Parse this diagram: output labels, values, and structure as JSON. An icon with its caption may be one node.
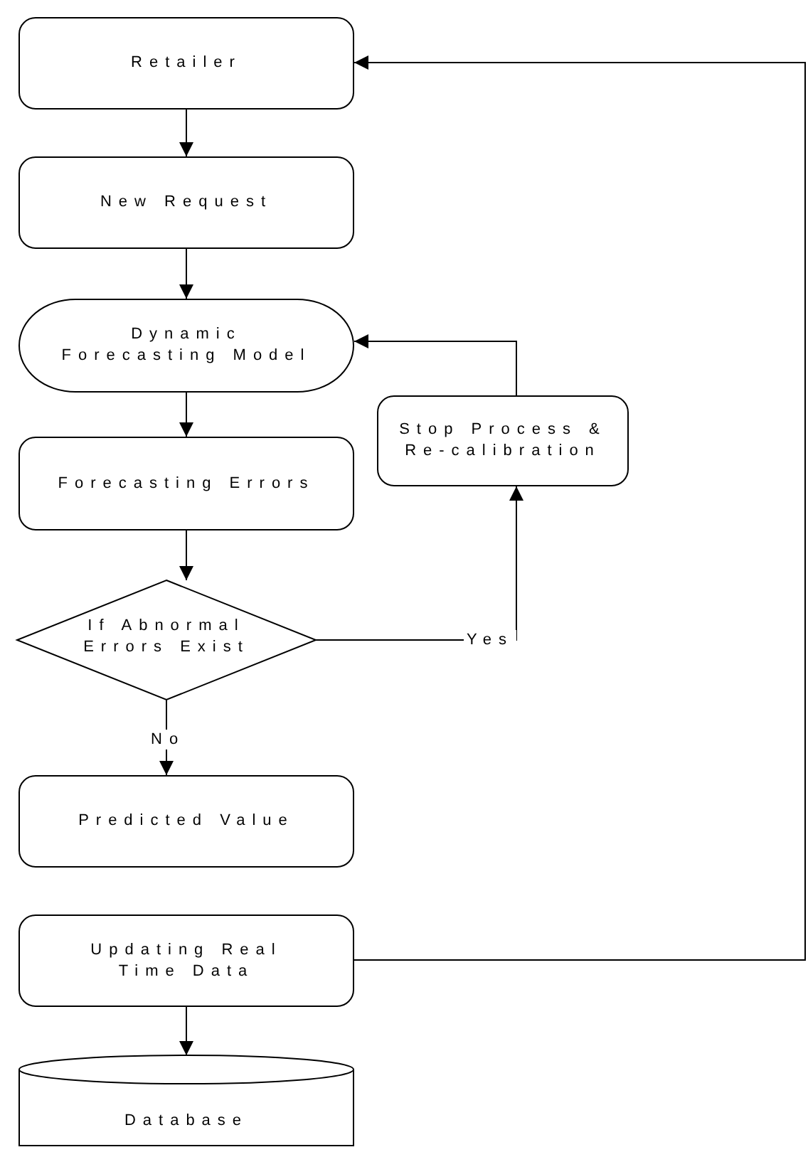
{
  "diagram": {
    "nodes": [
      {
        "text": [
          "Retailer"
        ]
      },
      {
        "text": [
          "New Request"
        ]
      },
      {
        "text": [
          "Dynamic Forecasting Model"
        ]
      },
      {
        "text": [
          "Forecasting Errors"
        ]
      },
      {
        "text": [
          "If Abnormal Errors Exist"
        ]
      },
      {
        "text": [
          "Stop Process & Re-calibration"
        ]
      },
      {
        "text": [
          "Predicted Value"
        ]
      },
      {
        "text": [
          "Updating Real Time Data"
        ]
      },
      {
        "text": [
          "Database"
        ]
      }
    ],
    "edges": [
      {
        "from": 0,
        "to": 1,
        "arrow": "to"
      },
      {
        "from": 1,
        "to": 2,
        "arrow": "to"
      },
      {
        "from": 2,
        "to": 3,
        "arrow": "to"
      },
      {
        "from": 3,
        "to": 4,
        "arrow": "to"
      },
      {
        "from": 4,
        "to": 6,
        "arrow": "to",
        "label": "No"
      },
      {
        "from": 4,
        "to": 5,
        "arrow": "to",
        "label": "Yes"
      },
      {
        "from": 5,
        "to": 2,
        "arrow": "to"
      },
      {
        "from": 7,
        "to": 0,
        "arrow": "to"
      },
      {
        "from": 7,
        "to": 8,
        "arrow": "to"
      }
    ]
  }
}
